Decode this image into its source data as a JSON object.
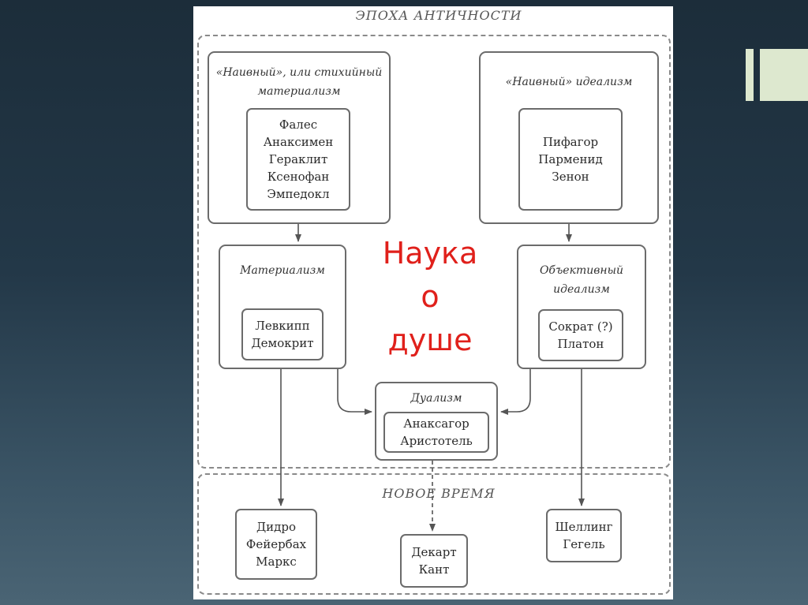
{
  "header": {
    "title": "ЭПОХА АНТИЧНОСТИ"
  },
  "modern": {
    "title": "НОВОЕ ВРЕМЯ"
  },
  "naive_materialism": {
    "title1": "«Наивный», или стихийный",
    "title2": "материализм",
    "names": [
      "Фалес",
      "Анаксимен",
      "Гераклит",
      "Ксенофан",
      "Эмпедокл"
    ]
  },
  "naive_idealism": {
    "title": "«Наивный» идеализм",
    "names": [
      "Пифагор",
      "Парменид",
      "Зенон"
    ]
  },
  "materialism": {
    "title": "Материализм",
    "names": [
      "Левкипп",
      "Демокрит"
    ]
  },
  "objective_idealism": {
    "title1": "Объективный",
    "title2": "идеализм",
    "names": [
      "Сократ (?)",
      "Платон"
    ]
  },
  "dualism": {
    "title": "Дуализм",
    "names": [
      "Анаксагор",
      "Аристотель"
    ]
  },
  "modern_materialists": {
    "names": [
      "Дидро",
      "Фейербах",
      "Маркс"
    ]
  },
  "modern_dualists": {
    "names": [
      "Декарт",
      "Кант"
    ]
  },
  "modern_idealists": {
    "names": [
      "Шеллинг",
      "Гегель"
    ]
  },
  "overlay": {
    "lines": [
      "Наука",
      "о",
      "душе"
    ]
  },
  "colors": {
    "overlay_text": "#e0201b",
    "decor": "#dde8cf"
  }
}
